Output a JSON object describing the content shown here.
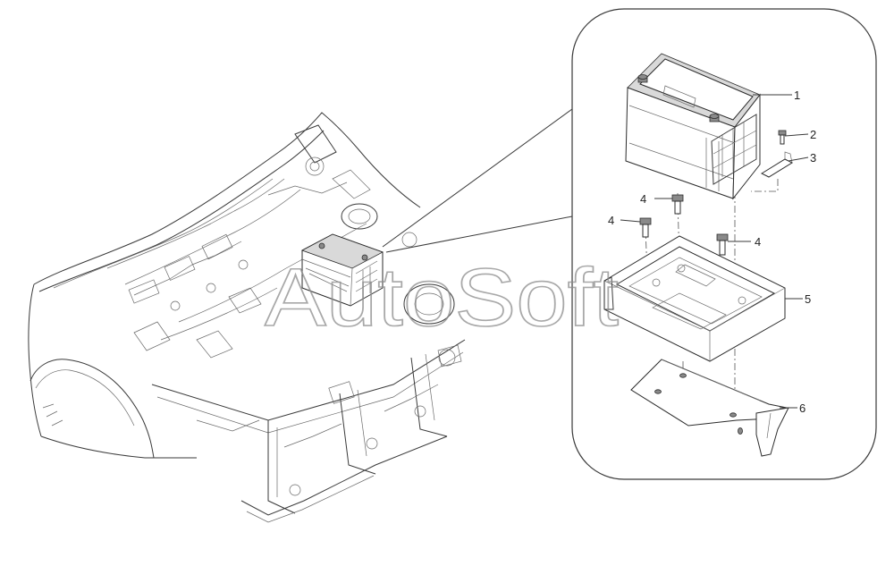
{
  "watermark": "AutoSoft",
  "callouts": {
    "c1": "1",
    "c2": "2",
    "c3": "3",
    "c4a": "4",
    "c4b": "4",
    "c4c": "4",
    "c5": "5",
    "c6": "6"
  },
  "colors": {
    "line": "#2b2b2b",
    "background": "#ffffff",
    "watermark": "#8c8c8c"
  }
}
